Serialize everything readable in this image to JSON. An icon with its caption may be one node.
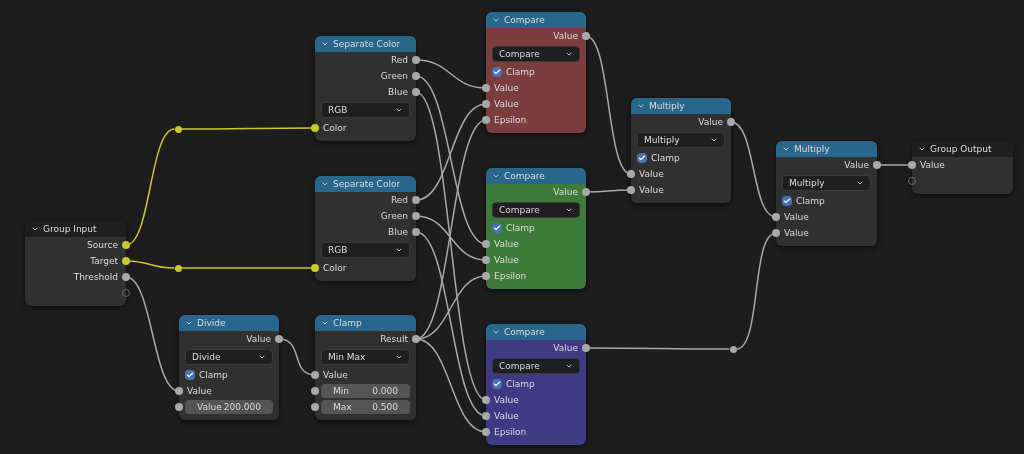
{
  "diagram": {
    "nodes": [
      {
        "text": [
          "Group Input",
          "Source",
          "Target",
          "Threshold"
        ]
      },
      {
        "text": [],
        "shape": "circle"
      },
      {
        "text": [],
        "shape": "circle"
      },
      {
        "text": [
          "Separate Color",
          "Red",
          "Green",
          "Blue",
          "RGB",
          "Color"
        ]
      },
      {
        "text": [
          "Separate Color",
          "Red",
          "Green",
          "Blue",
          "RGB",
          "Color"
        ]
      },
      {
        "text": [
          "Divide",
          "Value",
          "Divide",
          "Clamp",
          "Value",
          "Value",
          "200.000"
        ]
      },
      {
        "text": [
          "Clamp",
          "Result",
          "Min Max",
          "Value",
          "Min",
          "0.000",
          "Max",
          "0.500"
        ]
      },
      {
        "text": [
          "Compare",
          "Value",
          "Compare",
          "Clamp",
          "Value",
          "Value",
          "Epsilon"
        ]
      },
      {
        "text": [
          "Compare",
          "Value",
          "Compare",
          "Clamp",
          "Value",
          "Value",
          "Epsilon"
        ]
      },
      {
        "text": [
          "Compare",
          "Value",
          "Compare",
          "Clamp",
          "Value",
          "Value",
          "Epsilon"
        ]
      },
      {
        "text": [
          "Multiply",
          "Value",
          "Multiply",
          "Clamp",
          "Value",
          "Value"
        ]
      },
      {
        "text": [],
        "shape": "circle"
      },
      {
        "text": [
          "Multiply",
          "Value",
          "Multiply",
          "Clamp",
          "Value",
          "Value"
        ]
      },
      {
        "text": [
          "Group Output",
          "Value"
        ]
      }
    ],
    "edges": [
      {
        "from": 0,
        "to": 1,
        "arrow": "none",
        "color": "#c9c92a"
      },
      {
        "from": 1,
        "to": 3,
        "arrow": "none",
        "color": "#c9c92a"
      },
      {
        "from": 0,
        "to": 2,
        "arrow": "none",
        "color": "#c9c92a"
      },
      {
        "from": 2,
        "to": 4,
        "arrow": "none",
        "color": "#c9c92a"
      },
      {
        "from": 0,
        "to": 5,
        "arrow": "none"
      },
      {
        "from": 5,
        "to": 6,
        "arrow": "none"
      },
      {
        "from": 3,
        "to": 7,
        "arrow": "none"
      },
      {
        "from": 4,
        "to": 7,
        "arrow": "none"
      },
      {
        "from": 6,
        "to": 7,
        "arrow": "none"
      },
      {
        "from": 3,
        "to": 8,
        "arrow": "none"
      },
      {
        "from": 4,
        "to": 8,
        "arrow": "none"
      },
      {
        "from": 6,
        "to": 8,
        "arrow": "none"
      },
      {
        "from": 3,
        "to": 9,
        "arrow": "none"
      },
      {
        "from": 4,
        "to": 9,
        "arrow": "none"
      },
      {
        "from": 6,
        "to": 9,
        "arrow": "none"
      },
      {
        "from": 7,
        "to": 10,
        "arrow": "none"
      },
      {
        "from": 8,
        "to": 10,
        "arrow": "none"
      },
      {
        "from": 10,
        "to": 12,
        "arrow": "none"
      },
      {
        "from": 9,
        "to": 11,
        "arrow": "none"
      },
      {
        "from": 11,
        "to": 12,
        "arrow": "none"
      },
      {
        "from": 12,
        "to": 13,
        "arrow": "none"
      }
    ]
  }
}
